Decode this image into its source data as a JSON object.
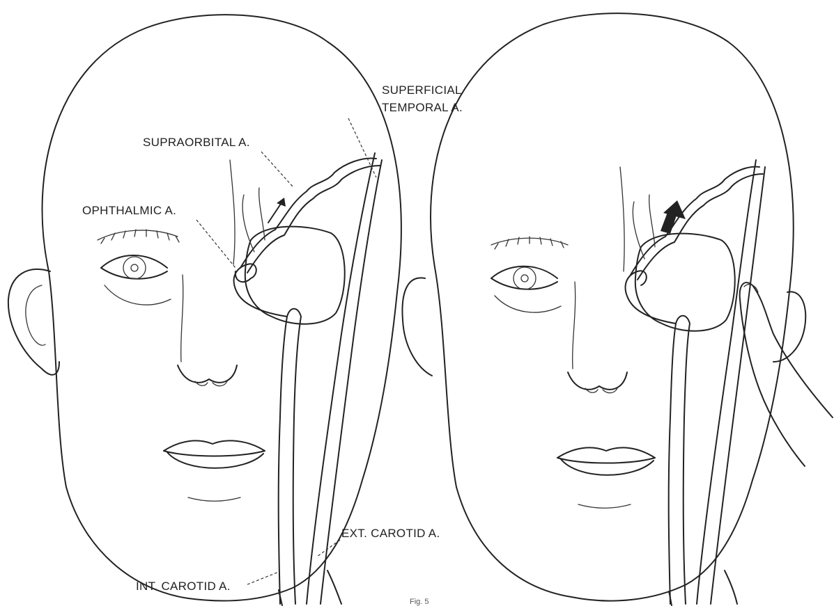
{
  "labels": {
    "superficial_temporal_line1": "SUPERFICIAL",
    "superficial_temporal_line2": "TEMPORAL A.",
    "supraorbital": "SUPRAORBITAL A.",
    "ophthalmic": "OPHTHALMIC A.",
    "ext_carotid": "EXT. CAROTID A.",
    "int_carotid": "INT. CAROTID A."
  },
  "caption": "Fig. 5",
  "colors": {
    "ink": "#222222",
    "background": "#ffffff"
  }
}
